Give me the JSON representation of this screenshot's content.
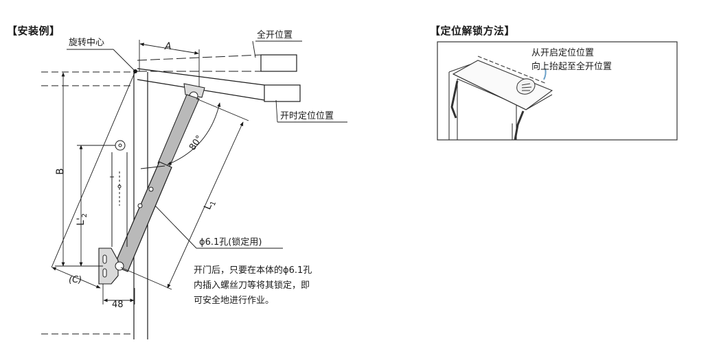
{
  "install": {
    "heading": "【安装例】",
    "label_rotation_center": "旋转中心",
    "label_full_open": "全开位置",
    "label_open_stop": "开时定位位置",
    "label_angle": "80°",
    "label_hole": "ϕ6.1孔(锁定用)",
    "dim_a": "A",
    "dim_b": "B",
    "dim_l1": "L",
    "dim_l1_sub": "1",
    "dim_l2": "L'",
    "dim_l2_sub": "2",
    "dim_c": "(C)",
    "dim_48": "48",
    "note_lines": [
      "开门后，只要在本体的ϕ6.1孔",
      "内插入螺丝刀等将其锁定，即",
      "可安全地进行作业。"
    ]
  },
  "unlock": {
    "heading": "【定位解锁方法】",
    "note_lines": [
      "从开启定位位置",
      "向上抬起至全开位置"
    ]
  },
  "colors": {
    "line": "#1a1a1a",
    "rod_fill": "#b9b9b9",
    "illustration_frame": "#333333"
  }
}
